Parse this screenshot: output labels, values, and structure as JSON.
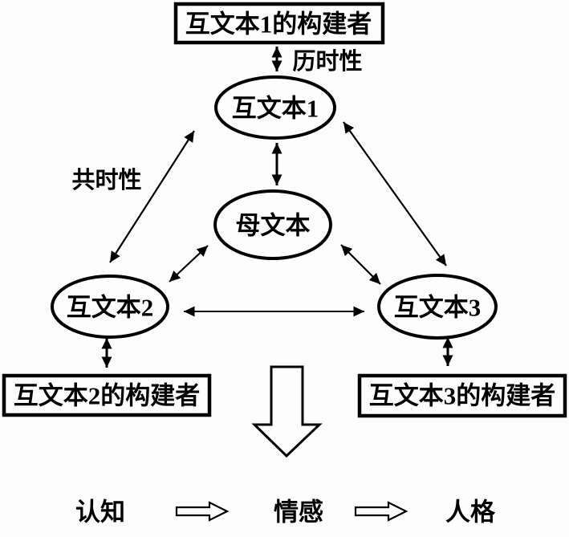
{
  "figure": {
    "colors": {
      "ink": "#000000",
      "background": "#fdfdfd"
    },
    "nodes": {
      "builder1": {
        "label": "互文本1的构建者",
        "shape": "rectangle"
      },
      "intertext1": {
        "label": "互文本1",
        "shape": "ellipse"
      },
      "mother_text": {
        "label": "母文本",
        "shape": "ellipse"
      },
      "intertext2": {
        "label": "互文本2",
        "shape": "ellipse"
      },
      "intertext3": {
        "label": "互文本3",
        "shape": "ellipse"
      },
      "builder2": {
        "label": "互文本2的构建者",
        "shape": "rectangle"
      },
      "builder3": {
        "label": "互文本3的构建者",
        "shape": "rectangle"
      }
    },
    "edge_labels": {
      "diachronic": "历时性",
      "synchronic": "共时性"
    },
    "outcome_sequence": {
      "step1": "认知",
      "step2": "情感",
      "step3": "人格"
    }
  }
}
